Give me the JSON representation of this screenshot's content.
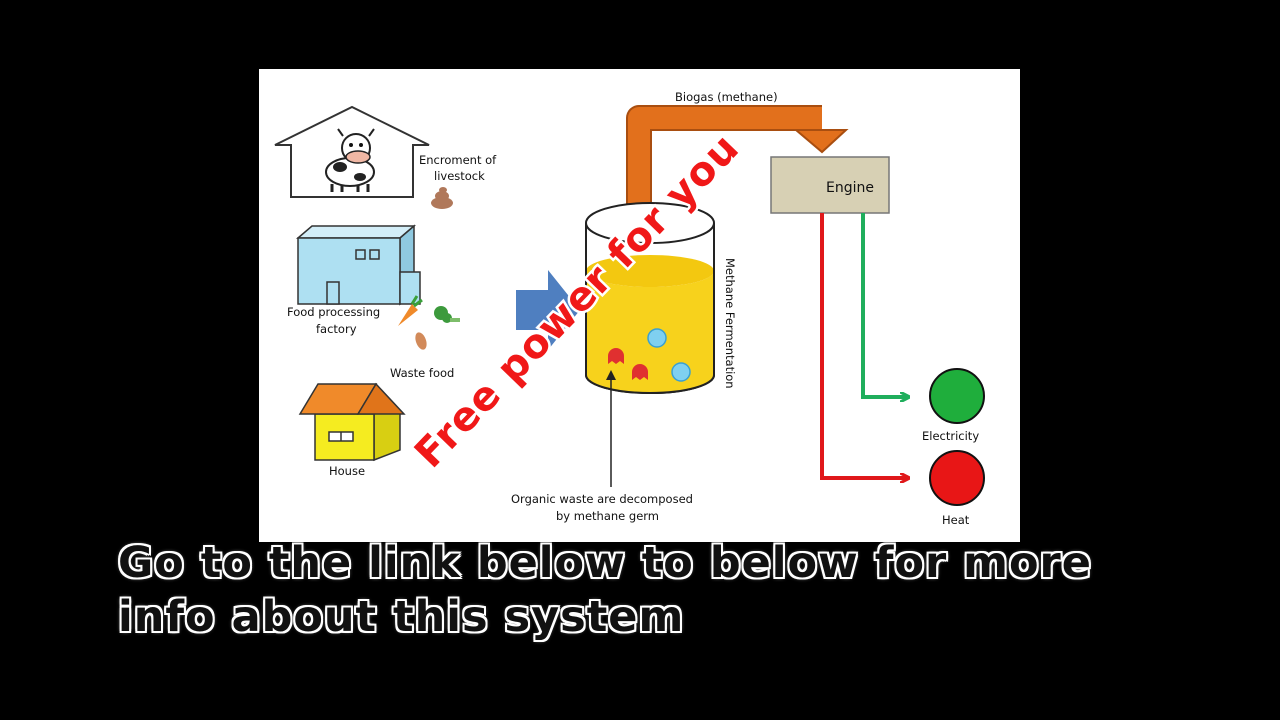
{
  "diagram": {
    "labels": {
      "livestock_line1": "Encroment of",
      "livestock_line2": "livestock",
      "factory_line1": "Food processing",
      "factory_line2": "factory",
      "waste_food": "Waste food",
      "house": "House",
      "biogas": "Biogas (methane)",
      "engine": "Engine",
      "fermentation": "Methane Fermentation",
      "organic_line1": "Organic waste are decomposed",
      "organic_line2": "by methane germ",
      "electricity": "Electricity",
      "heat": "Heat"
    },
    "overlay_text": "Free power for you",
    "colors": {
      "pipe": "#e2701c",
      "liquid": "#f7d21c",
      "engine_box": "#d7d0b4",
      "electric_line": "#1fae5c",
      "heat_line": "#e0181a",
      "electric_light": "#1fae3c",
      "heat_light": "#e81616",
      "factory": "#aee0f2",
      "house_wall": "#f5ec20",
      "house_roof": "#f08a2a",
      "arrow": "#4f7fc0",
      "overlay": "#f01818"
    }
  },
  "caption": {
    "line1": "Go to the link below to below for more",
    "line2": "info about this system"
  }
}
